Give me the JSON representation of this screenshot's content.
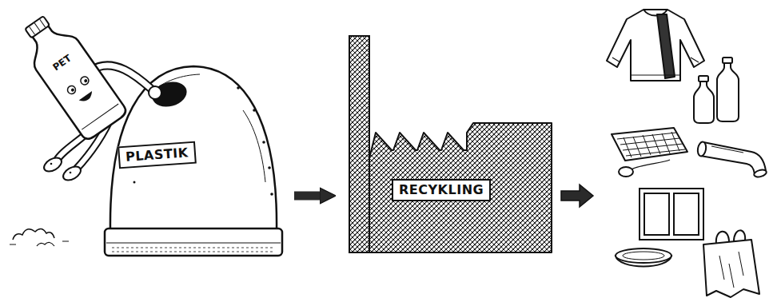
{
  "diagram": {
    "nodes": [
      {
        "text": [
          "PLASTIK"
        ]
      },
      {
        "text": [
          "RECYKLING"
        ]
      }
    ],
    "edges": [
      {
        "from": 0,
        "to": 1,
        "arrow": "to"
      }
    ],
    "labels": [
      "PET"
    ]
  }
}
